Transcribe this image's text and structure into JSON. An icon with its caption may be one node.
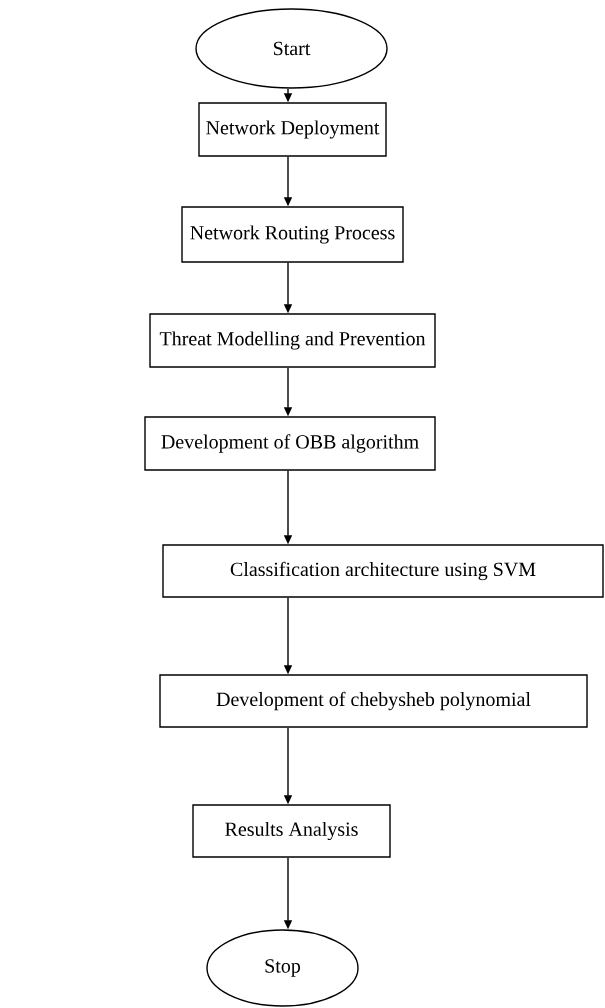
{
  "diagram": {
    "nodes": [
      {
        "text": [
          "Start"
        ]
      },
      {
        "text": [
          "Network Deployment"
        ]
      },
      {
        "text": [
          "Network Routing Process"
        ]
      },
      {
        "text": [
          "Threat Modelling and Prevention"
        ]
      },
      {
        "text": [
          "Development of OBB algorithm"
        ]
      },
      {
        "text": [
          "Classification architecture using SVM"
        ]
      },
      {
        "text": [
          "Development of chebysheb polynomial"
        ]
      },
      {
        "text": [
          "Results Analysis"
        ]
      },
      {
        "text": [
          "Stop"
        ]
      }
    ],
    "edges": [
      {
        "from": 0,
        "to": 1,
        "arrow": "to"
      },
      {
        "from": 1,
        "to": 2,
        "arrow": "to"
      },
      {
        "from": 2,
        "to": 3,
        "arrow": "to"
      },
      {
        "from": 3,
        "to": 4,
        "arrow": "to"
      },
      {
        "from": 4,
        "to": 5,
        "arrow": "to"
      },
      {
        "from": 5,
        "to": 6,
        "arrow": "to"
      },
      {
        "from": 6,
        "to": 7,
        "arrow": "to"
      },
      {
        "from": 7,
        "to": 8,
        "arrow": "to"
      }
    ]
  }
}
